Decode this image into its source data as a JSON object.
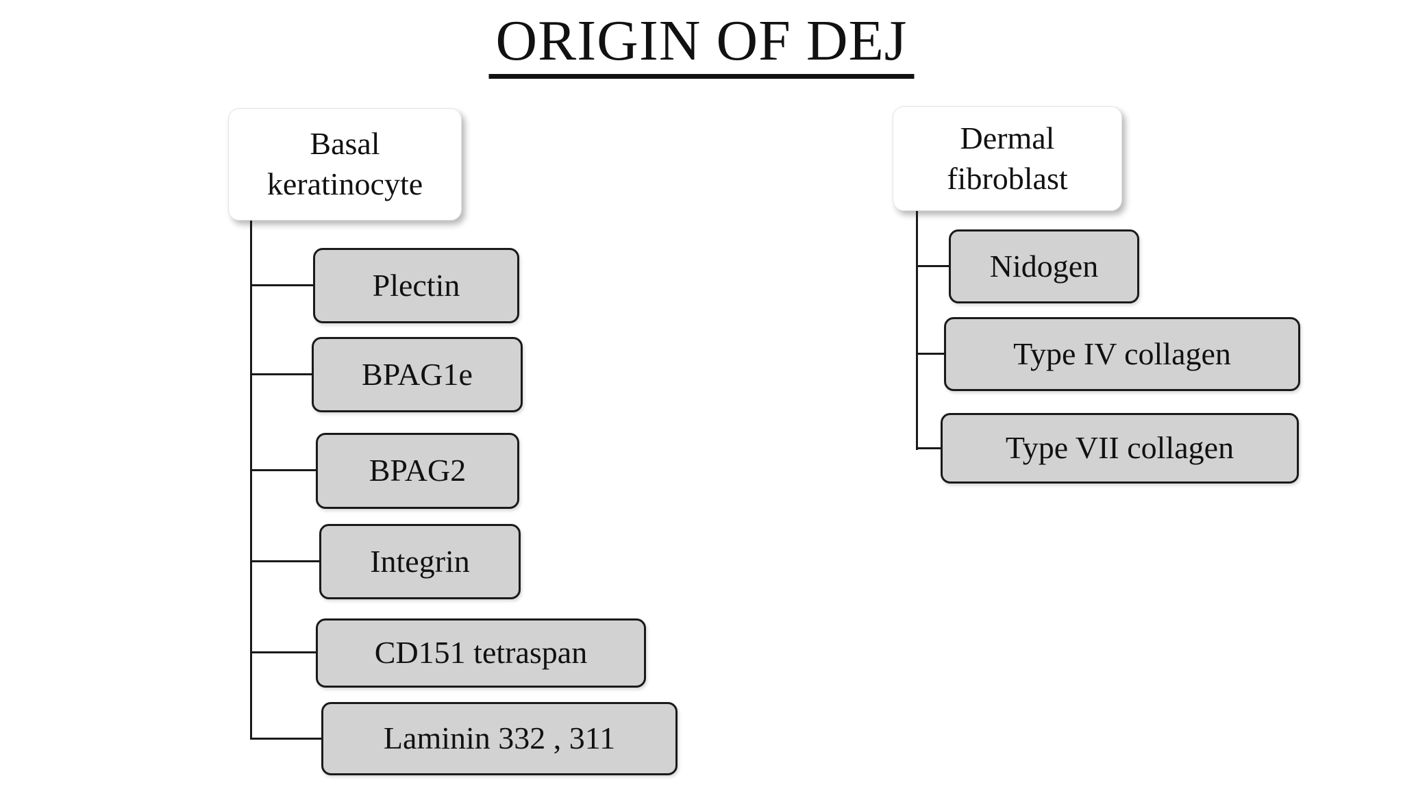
{
  "title": {
    "text": "ORIGIN OF DEJ"
  },
  "colors": {
    "background": "#ffffff",
    "child_fill": "#d2d2d2",
    "child_border": "#1a1a1a",
    "parent_fill": "#ffffff",
    "connector": "#1a1a1a",
    "text": "#111111"
  },
  "diagram": {
    "type": "tree",
    "groups": [
      {
        "root": {
          "label": "Basal keratinocyte"
        },
        "children": [
          {
            "label": "Plectin"
          },
          {
            "label": "BPAG1e"
          },
          {
            "label": "BPAG2"
          },
          {
            "label": "Integrin"
          },
          {
            "label": "CD151 tetraspan"
          },
          {
            "label": "Laminin 332 , 311"
          }
        ]
      },
      {
        "root": {
          "label": "Dermal fibroblast"
        },
        "children": [
          {
            "label": "Nidogen"
          },
          {
            "label": "Type IV collagen"
          },
          {
            "label": "Type VII collagen"
          }
        ]
      }
    ]
  }
}
